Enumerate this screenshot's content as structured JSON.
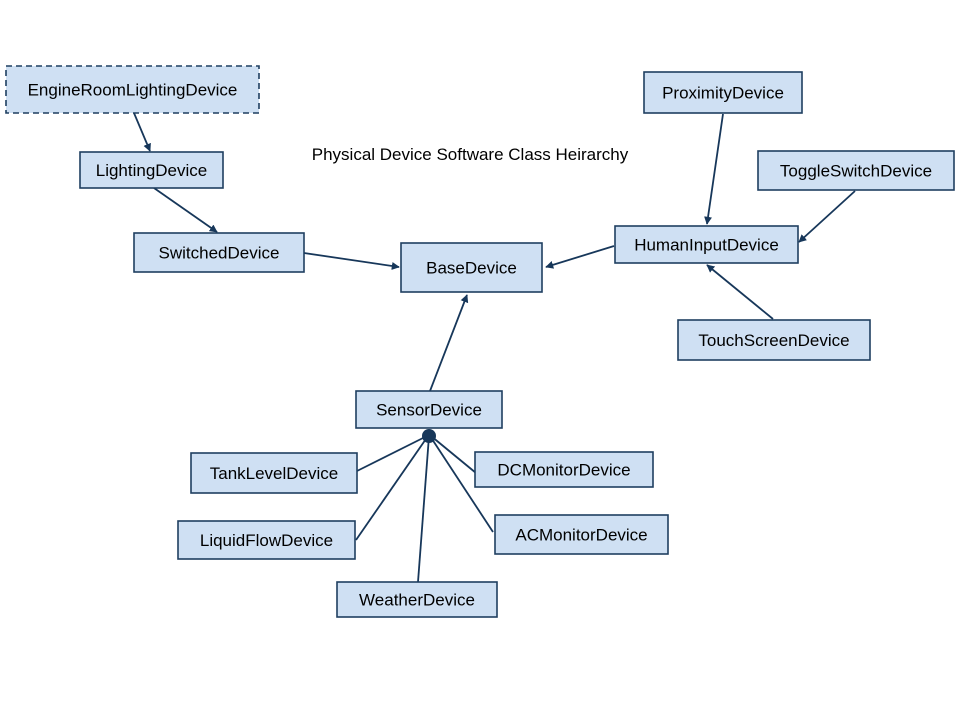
{
  "title": "Physical Device Software Class Heirarchy",
  "colors": {
    "node_fill": "#cfe0f3",
    "node_border": "#1f3f60",
    "edge": "#17375a"
  },
  "nodes": [
    {
      "id": "engine",
      "label": "EngineRoomLightingDevice",
      "style": "dashed"
    },
    {
      "id": "lighting",
      "label": "LightingDevice"
    },
    {
      "id": "switched",
      "label": "SwitchedDevice"
    },
    {
      "id": "base",
      "label": "BaseDevice"
    },
    {
      "id": "proximity",
      "label": "ProximityDevice"
    },
    {
      "id": "toggle",
      "label": "ToggleSwitchDevice"
    },
    {
      "id": "human",
      "label": "HumanInputDevice"
    },
    {
      "id": "touch",
      "label": "TouchScreenDevice"
    },
    {
      "id": "sensor",
      "label": "SensorDevice"
    },
    {
      "id": "tank",
      "label": "TankLevelDevice"
    },
    {
      "id": "dc",
      "label": "DCMonitorDevice"
    },
    {
      "id": "liquid",
      "label": "LiquidFlowDevice"
    },
    {
      "id": "ac",
      "label": "ACMonitorDevice"
    },
    {
      "id": "weather",
      "label": "WeatherDevice"
    }
  ],
  "edges": [
    {
      "from": "engine",
      "to": "lighting"
    },
    {
      "from": "lighting",
      "to": "switched"
    },
    {
      "from": "switched",
      "to": "base"
    },
    {
      "from": "human",
      "to": "base"
    },
    {
      "from": "sensor",
      "to": "base"
    },
    {
      "from": "proximity",
      "to": "human"
    },
    {
      "from": "toggle",
      "to": "human"
    },
    {
      "from": "touch",
      "to": "human"
    },
    {
      "from": "tank",
      "to": "sensor"
    },
    {
      "from": "liquid",
      "to": "sensor"
    },
    {
      "from": "weather",
      "to": "sensor"
    },
    {
      "from": "dc",
      "to": "sensor"
    },
    {
      "from": "ac",
      "to": "sensor"
    }
  ]
}
